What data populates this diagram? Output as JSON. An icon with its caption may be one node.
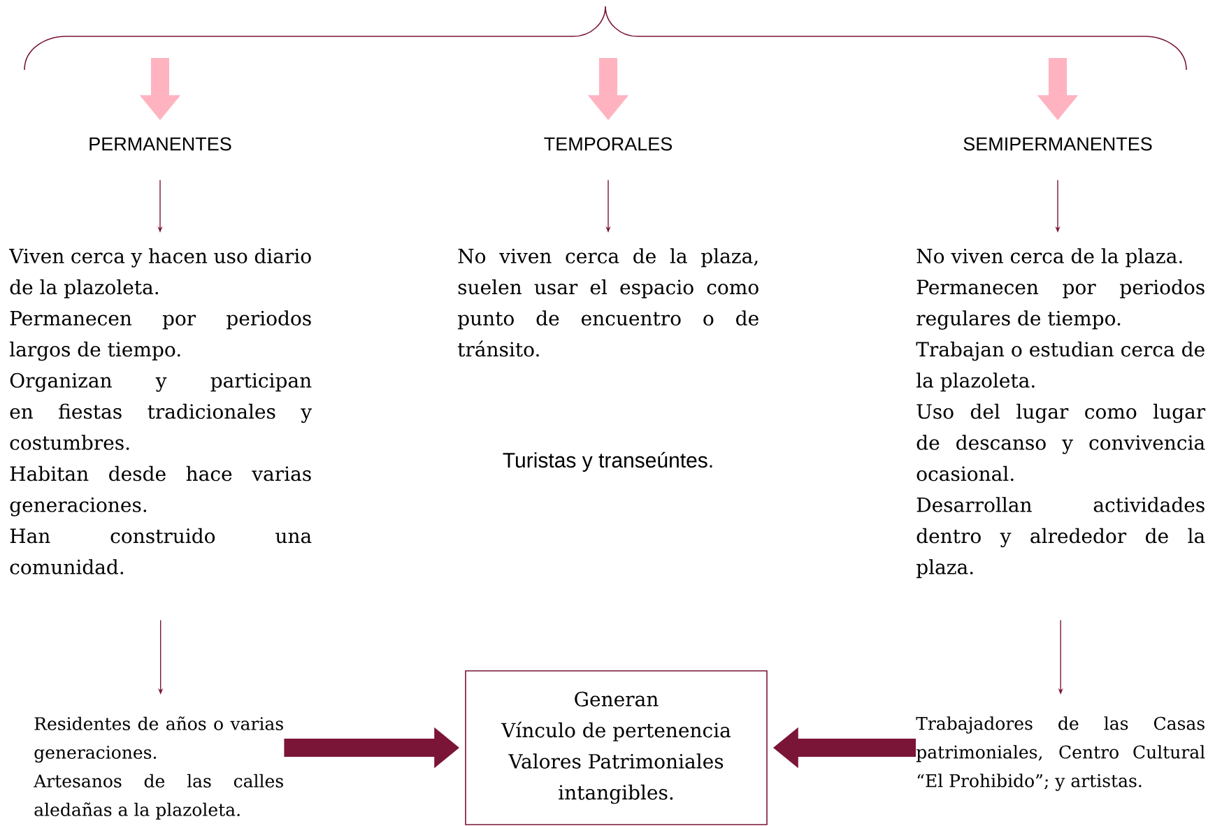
{
  "diagram": {
    "nodes": [
      {
        "text": [
          "PERMANENTES"
        ]
      },
      {
        "text": [
          "TEMPORALES"
        ]
      },
      {
        "text": [
          "SEMIPERMANENTES"
        ]
      },
      {
        "text": [
          "Viven cerca y hacen uso diario de la plazoleta.",
          "Permanecen por periodos largos de tiempo.",
          "Organizan y participan en fiestas tradicionales y costumbres.",
          "Habitan desde hace varias generaciones.",
          "Han construido una comunidad."
        ]
      },
      {
        "text": [
          "No viven cerca de la plaza, suelen usar el espacio como punto de encuentro o de tránsito."
        ]
      },
      {
        "text": [
          "No viven cerca de la plaza.",
          "Permanecen por periodos regulares de tiempo.",
          "Trabajan o estudian cerca de la plazoleta.",
          "Uso del lugar como lugar de descanso y convivencia ocasional.",
          "Desarrollan actividades dentro y alrededor de la plaza."
        ]
      },
      {
        "text": [
          "Residentes de años o varias generaciones.",
          "Artesanos de las calles aledañas a la plazoleta."
        ]
      },
      {
        "text": [
          "Generan",
          "Vínculo de pertenencia",
          "Valores Patrimoniales intangibles."
        ]
      },
      {
        "text": [
          "Trabajadores de las Casas patrimoniales, Centro Cultural “El Prohibido”; y artistas."
        ]
      }
    ],
    "edges": [
      {
        "from": null,
        "to": 0,
        "arrow": "to",
        "style": "thick",
        "color": "#ffb3c0"
      },
      {
        "from": null,
        "to": 1,
        "arrow": "to",
        "style": "thick",
        "color": "#ffb3c0"
      },
      {
        "from": null,
        "to": 2,
        "arrow": "to",
        "style": "thick",
        "color": "#ffb3c0"
      },
      {
        "from": 0,
        "to": 3,
        "arrow": "to"
      },
      {
        "from": 1,
        "to": 4,
        "arrow": "to"
      },
      {
        "from": 2,
        "to": 5,
        "arrow": "to"
      },
      {
        "from": 3,
        "to": 6,
        "arrow": "to"
      },
      {
        "from": 5,
        "to": 8,
        "arrow": "to"
      },
      {
        "from": 6,
        "to": 7,
        "arrow": "to",
        "style": "thick"
      },
      {
        "from": 8,
        "to": 7,
        "arrow": "to",
        "style": "thick"
      }
    ],
    "labels": [
      "Turistas y transeúntes."
    ]
  }
}
